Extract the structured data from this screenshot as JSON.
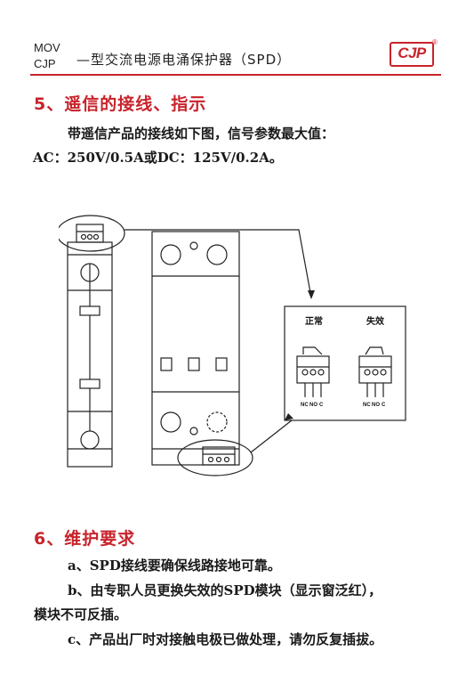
{
  "header": {
    "code_line1": "MOV",
    "code_line2": "CJP",
    "title": "—型交流电源电涌保护器（SPD）",
    "logo_text": "CJP",
    "logo_mark": "®",
    "accent_color": "#c8232b"
  },
  "section5": {
    "title": "5、遥信的接线、指示",
    "para_line1": "带遥信产品的接线如下图，信号参数最大值：",
    "para_line2": "AC：250V/0.5A或DC：125V/0.2A。",
    "diagram": {
      "state_normal": "正常",
      "state_failed": "失效",
      "terminal_labels": [
        "NC",
        "NO",
        "C"
      ]
    }
  },
  "section6": {
    "title": "6、维护要求",
    "item_a": "a、SPD接线要确保线路接地可靠。",
    "item_b_line1": "b、由专职人员更换失效的SPD模块（显示窗泛红），",
    "item_b_line2": "模块不可反插。",
    "item_c": "c、产品出厂时对接触电极已做处理，请勿反复插拔。"
  }
}
